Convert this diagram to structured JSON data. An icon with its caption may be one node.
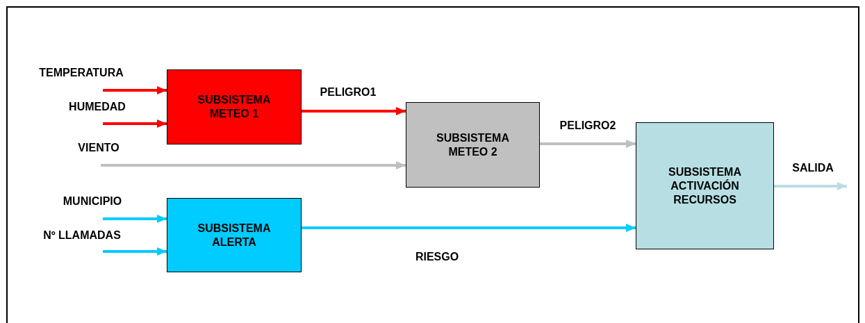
{
  "diagram": {
    "nodes": [
      {
        "text": [
          "SUBSISTEMA METEO 1"
        ]
      },
      {
        "text": [
          "SUBSISTEMA METEO 2"
        ]
      },
      {
        "text": [
          "SUBSISTEMA ALERTA"
        ]
      },
      {
        "text": [
          "SUBSISTEMA ACTIVACIÓN RECURSOS"
        ]
      }
    ],
    "edges": [
      {
        "from": null,
        "to": 0,
        "arrow": "to",
        "label": "TEMPERATURA",
        "color": "#ff0000"
      },
      {
        "from": null,
        "to": 0,
        "arrow": "to",
        "label": "HUMEDAD",
        "color": "#ff0000"
      },
      {
        "from": null,
        "to": 1,
        "arrow": "to",
        "label": "VIENTO",
        "color": "#c0c0c0"
      },
      {
        "from": 0,
        "to": 1,
        "arrow": "to",
        "label": "PELIGRO1",
        "color": "#ff0000"
      },
      {
        "from": 1,
        "to": 3,
        "arrow": "to",
        "label": "PELIGRO2",
        "color": "#c0c0c0"
      },
      {
        "from": null,
        "to": 2,
        "arrow": "to",
        "label": "MUNICIPIO",
        "color": "#00ccff"
      },
      {
        "from": null,
        "to": 2,
        "arrow": "to",
        "label": "Nº LLAMADAS",
        "color": "#00ccff"
      },
      {
        "from": 2,
        "to": 3,
        "arrow": "to",
        "label": "RIESGO",
        "color": "#00ccff"
      },
      {
        "from": 3,
        "to": null,
        "arrow": "to",
        "label": "SALIDA",
        "color": "#b7dfe3"
      }
    ]
  }
}
